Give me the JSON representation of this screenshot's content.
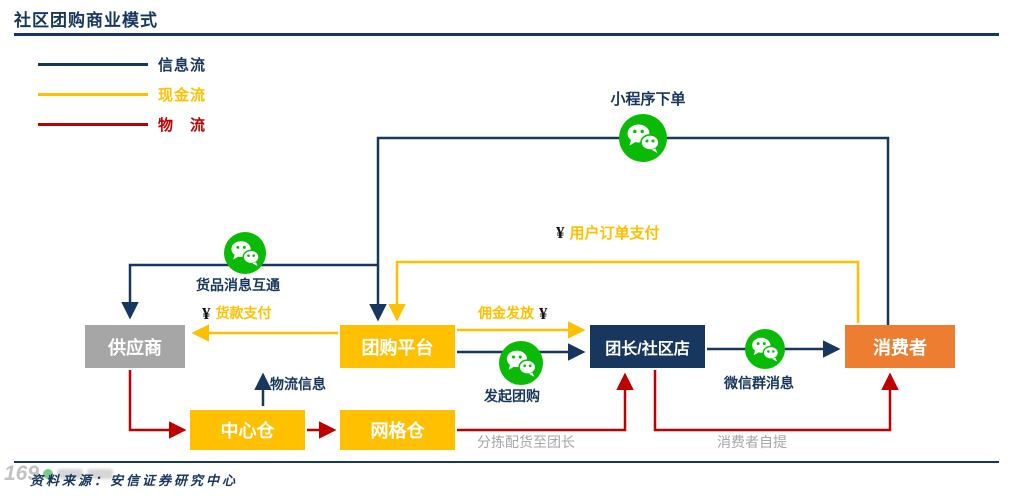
{
  "title": "社区团购商业模式",
  "legend": [
    {
      "label": "信息流",
      "color": "#17375E"
    },
    {
      "label": "现金流",
      "color": "#FFC000"
    },
    {
      "label": "物　流",
      "color": "#C00000"
    }
  ],
  "top_label": "小程序下单",
  "nodes": {
    "supplier": "供应商",
    "platform": "团购平台",
    "leader": "团长/社区店",
    "consumer": "消费者",
    "central_warehouse": "中心仓",
    "grid_warehouse": "网格仓"
  },
  "yen_symbol": "¥",
  "flow_labels": {
    "goods_info": "货品消息互通",
    "goods_payment": "货款支付",
    "logistics_info": "物流信息",
    "commission": "佣金发放",
    "initiate": "发起团购",
    "order_payment": "用户订单支付",
    "wechat_group": "微信群消息",
    "sorting": "分拣配货至团长",
    "self_pickup": "消费者自提"
  },
  "footer": {
    "source": "资料来源：安信证券研究中心"
  },
  "watermark": "169",
  "colors": {
    "info_flow": "#17375E",
    "cash_flow": "#FFC000",
    "logistics_flow": "#C00000",
    "wechat_green": "#09BB07",
    "supplier_gray": "#A6A6A6",
    "platform_gold": "#FFC000",
    "leader_navy": "#17375E",
    "consumer_orange": "#ED7D31"
  }
}
